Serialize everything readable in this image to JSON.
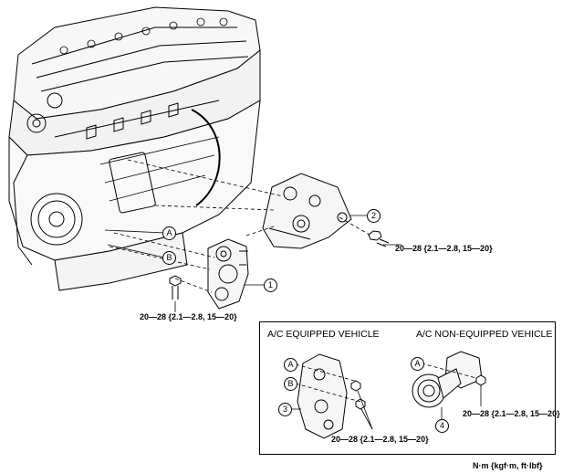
{
  "torque": {
    "tensioner_bolt": "20—28 {2.1—2.8, 15—20}",
    "bracket_bolt": "20—28 {2.1—2.8, 15—20}",
    "inset_ac_equipped": "20—28 {2.1—2.8, 15—20}",
    "inset_ac_non_equipped": "20—28 {2.1—2.8, 15—20}"
  },
  "callouts": {
    "part_1": "1",
    "part_2": "2",
    "part_3": "3",
    "part_4": "4",
    "ref_a": "A",
    "ref_b": "B"
  },
  "inset": {
    "ac_equipped_title": "A/C EQUIPPED VEHICLE",
    "ac_non_equipped_title": "A/C NON-EQUIPPED VEHICLE"
  },
  "units_label": "N·m {kgf·m, ft·lbf}"
}
